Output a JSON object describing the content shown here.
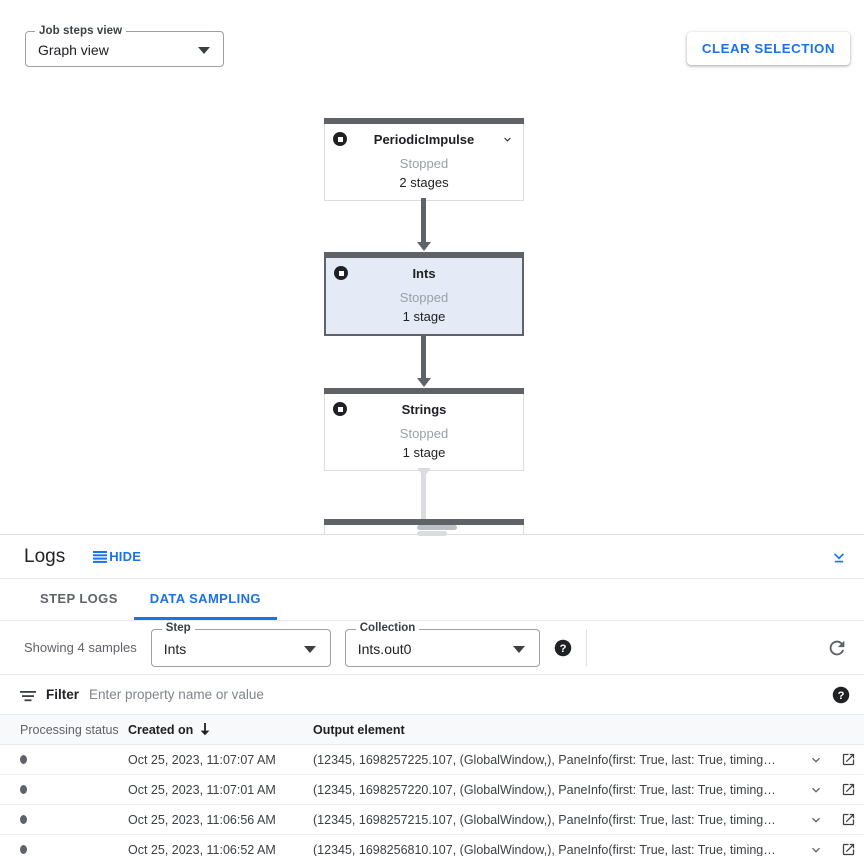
{
  "graph": {
    "job_steps_view": {
      "label": "Job steps view",
      "value": "Graph view"
    },
    "clear_selection_label": "CLEAR SELECTION",
    "nodes": [
      {
        "title": "PeriodicImpulse",
        "status": "Stopped",
        "stages": "2 stages",
        "selected": false,
        "has_chevron": true
      },
      {
        "title": "Ints",
        "status": "Stopped",
        "stages": "1 stage",
        "selected": true,
        "has_chevron": false
      },
      {
        "title": "Strings",
        "status": "Stopped",
        "stages": "1 stage",
        "selected": false,
        "has_chevron": false
      }
    ]
  },
  "logs": {
    "title": "Logs",
    "hide_label": "HIDE",
    "tabs": [
      {
        "label": "STEP LOGS",
        "active": false
      },
      {
        "label": "DATA SAMPLING",
        "active": true
      }
    ],
    "sampling": {
      "showing_text": "Showing 4 samples",
      "step": {
        "label": "Step",
        "value": "Ints"
      },
      "collection": {
        "label": "Collection",
        "value": "Ints.out0"
      }
    },
    "filter": {
      "label": "Filter",
      "placeholder": "Enter property name or value",
      "value": ""
    },
    "table": {
      "columns": [
        "Processing status",
        "Created on",
        "Output element"
      ],
      "sort_column": "Created on",
      "sort_direction": "descending",
      "rows": [
        {
          "status": "processed",
          "created_on": "Oct 25, 2023, 11:07:07 AM",
          "output_element": "(12345, 1698257225.107, (GlobalWindow,), PaneInfo(first: True, last: True, timing…"
        },
        {
          "status": "processed",
          "created_on": "Oct 25, 2023, 11:07:01 AM",
          "output_element": "(12345, 1698257220.107, (GlobalWindow,), PaneInfo(first: True, last: True, timing…"
        },
        {
          "status": "processed",
          "created_on": "Oct 25, 2023, 11:06:56 AM",
          "output_element": "(12345, 1698257215.107, (GlobalWindow,), PaneInfo(first: True, last: True, timing…"
        },
        {
          "status": "processed",
          "created_on": "Oct 25, 2023, 11:06:52 AM",
          "output_element": "(12345, 1698256810.107, (GlobalWindow,), PaneInfo(first: True, last: True, timing…"
        }
      ]
    }
  },
  "colors": {
    "accent": "#1a73e8",
    "node_bar": "#5f6368",
    "selected_node_fill": "#e4eaf6",
    "edge_active": "#5f6368",
    "edge_inactive": "#dadce0"
  }
}
